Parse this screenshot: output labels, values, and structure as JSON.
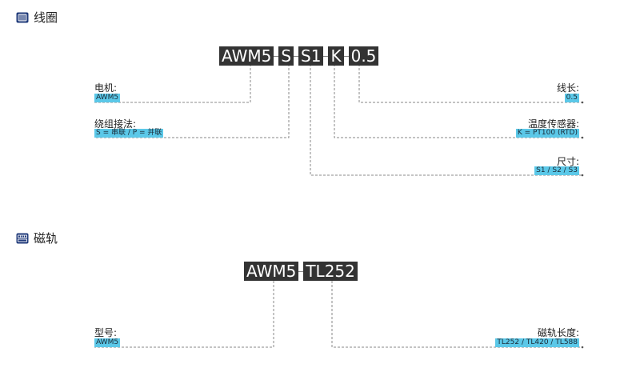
{
  "sections": {
    "coil": {
      "title": "线圈",
      "icon": "coil-icon"
    },
    "rail": {
      "title": "磁轨",
      "icon": "magnetic-rail-icon"
    }
  },
  "coil_code": {
    "segments": [
      "AWM5",
      "S",
      "S1",
      "K",
      "0.5"
    ]
  },
  "coil_fields": {
    "motor": {
      "label": "电机:",
      "value": "AWM5"
    },
    "winding": {
      "label": "绕组接法:",
      "value": "S = 串联 / P = 并联"
    },
    "cable_length": {
      "label": "线长:",
      "value": "0.5"
    },
    "temp_sensor": {
      "label": "温度传感器:",
      "value": "K = PT100 (RTD)"
    },
    "size": {
      "label": "尺寸:",
      "value": "S1 / S2 / S3"
    }
  },
  "rail_code": {
    "segments": [
      "AWM5",
      "TL252"
    ]
  },
  "rail_fields": {
    "model": {
      "label": "型号:",
      "value": "AWM5"
    },
    "rail_length": {
      "label": "磁轨长度:",
      "value": "TL252 / TL420 / TL588"
    }
  },
  "colors": {
    "code_bg": "#333333",
    "value_bg": "#5bc8e8",
    "icon_fill": "#1f3a7a",
    "leader": "#888888"
  }
}
